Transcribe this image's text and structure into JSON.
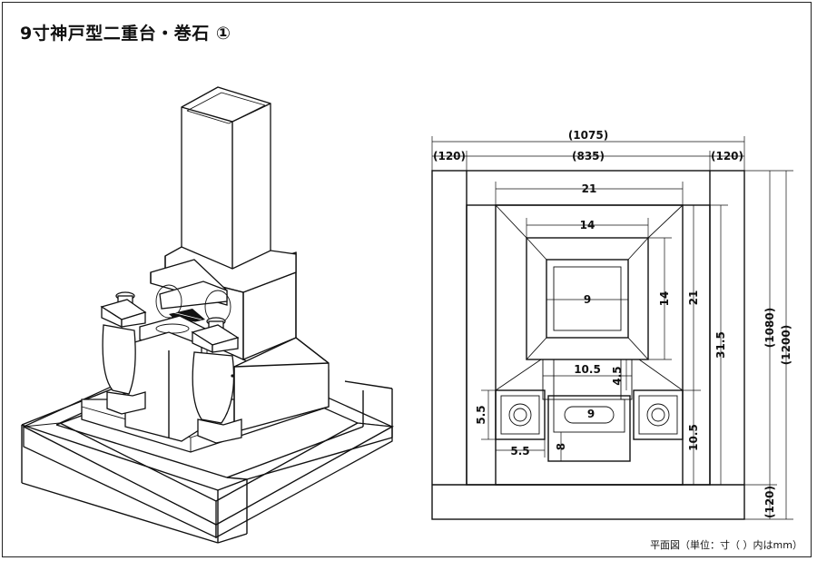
{
  "title": "9寸神戸型二重台・巻石 ①",
  "footnote": "平面図（単位：寸（ ）内はmm）",
  "dimensions": {
    "top_1075": "(1075)",
    "left_120": "(120)",
    "mid_835": "(835)",
    "right_120": "(120)",
    "w21": "21",
    "w14": "14",
    "w9": "9",
    "h14": "14",
    "h21": "21",
    "h31_5": "31.5",
    "h1080": "(1080)",
    "h1200": "(1200)",
    "w10_5": "10.5",
    "h4_5": "4.5",
    "h5_5": "5.5",
    "w5_5": "5.5",
    "w9_basin": "9",
    "h8": "8",
    "h10_5": "10.5",
    "bottom_120": "(120)"
  }
}
